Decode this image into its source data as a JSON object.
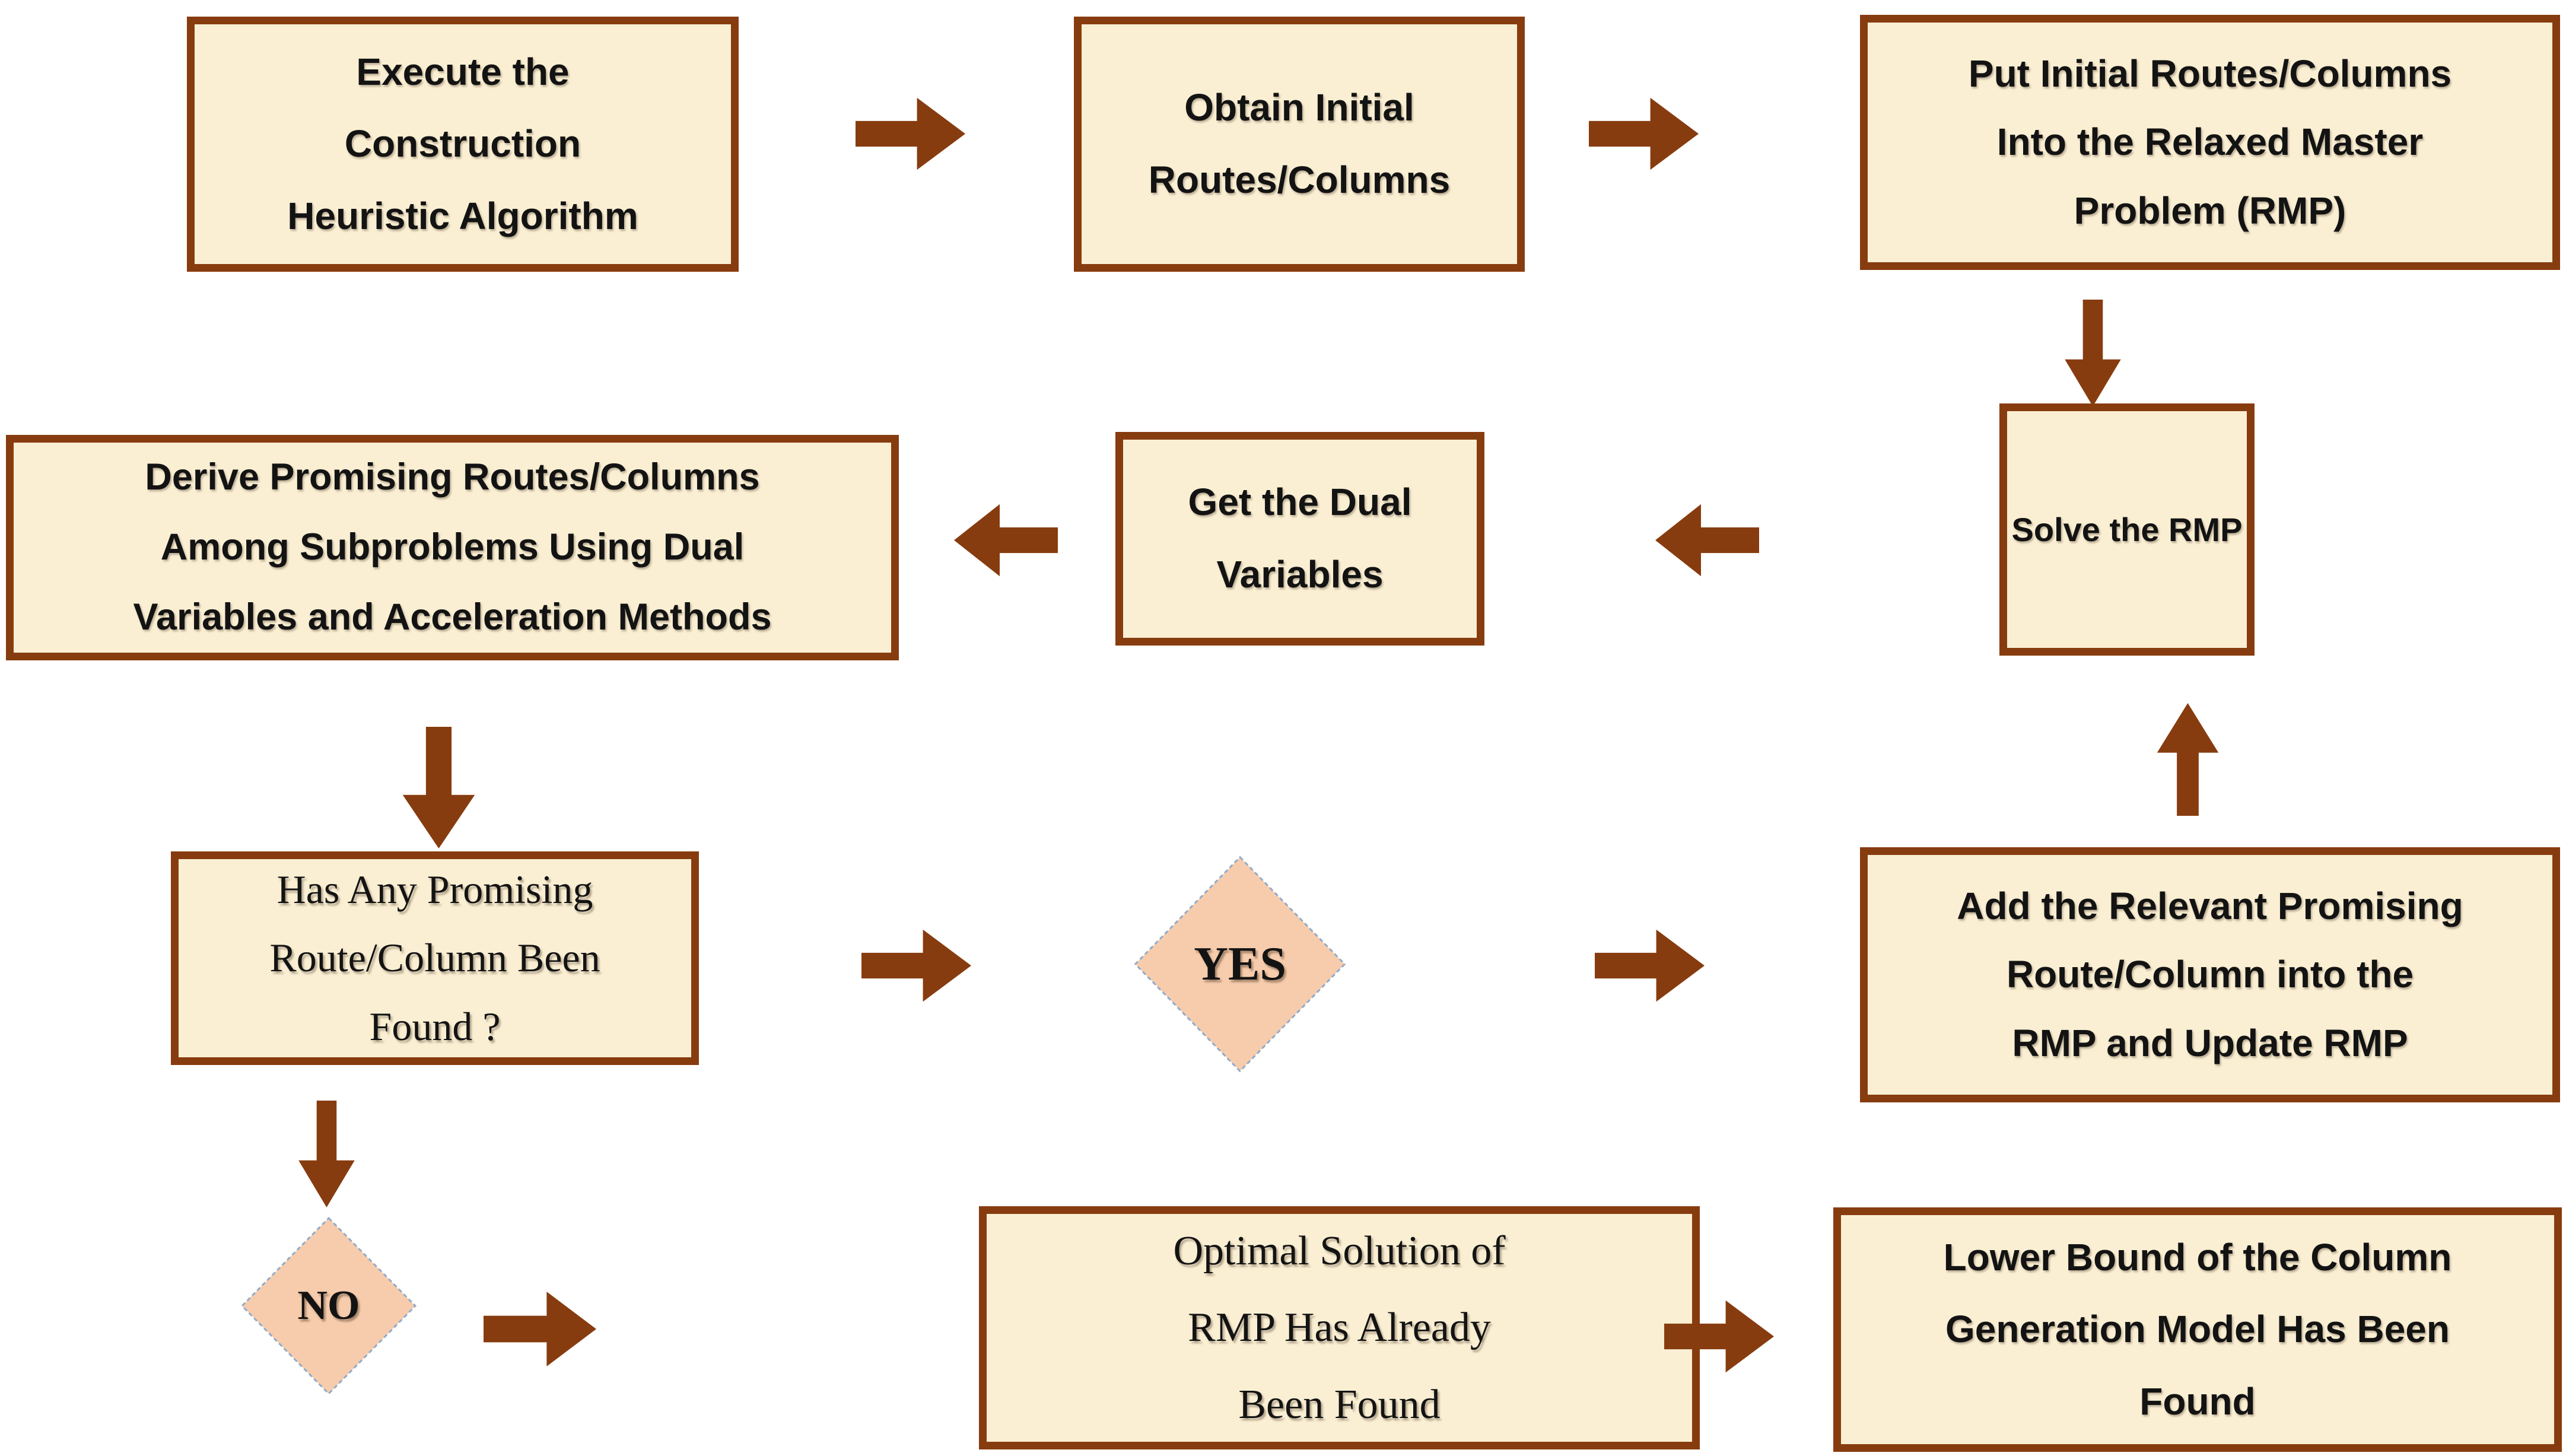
{
  "colors": {
    "brown": "#873C0F",
    "cream": "#FAEFD3",
    "peach": "#F6CCAC",
    "diamond-border": "#92ABC8",
    "ink": "#131313",
    "bg": "#FFFFFF"
  },
  "nodes": {
    "execute": {
      "label": "Execute the\nConstruction\nHeuristic Algorithm"
    },
    "obtain": {
      "label": "Obtain Initial\nRoutes/Columns"
    },
    "put": {
      "label": "Put Initial Routes/Columns\nInto the Relaxed Master\nProblem (RMP)"
    },
    "derive": {
      "label": "Derive Promising Routes/Columns\nAmong Subproblems Using Dual\nVariables and Acceleration Methods"
    },
    "dual": {
      "label": "Get the Dual\nVariables"
    },
    "solve": {
      "label": "Solve the RMP"
    },
    "has_found": {
      "label": "Has Any Promising\nRoute/Column Been\nFound ?"
    },
    "yes": {
      "label": "YES"
    },
    "add": {
      "label": "Add the Relevant Promising\nRoute/Column into the\nRMP and Update RMP"
    },
    "no": {
      "label": "NO"
    },
    "optimal": {
      "label": "Optimal Solution of\nRMP Has Already\nBeen Found"
    },
    "lower": {
      "label": "Lower Bound of the Column\nGeneration Model Has Been\nFound"
    }
  }
}
